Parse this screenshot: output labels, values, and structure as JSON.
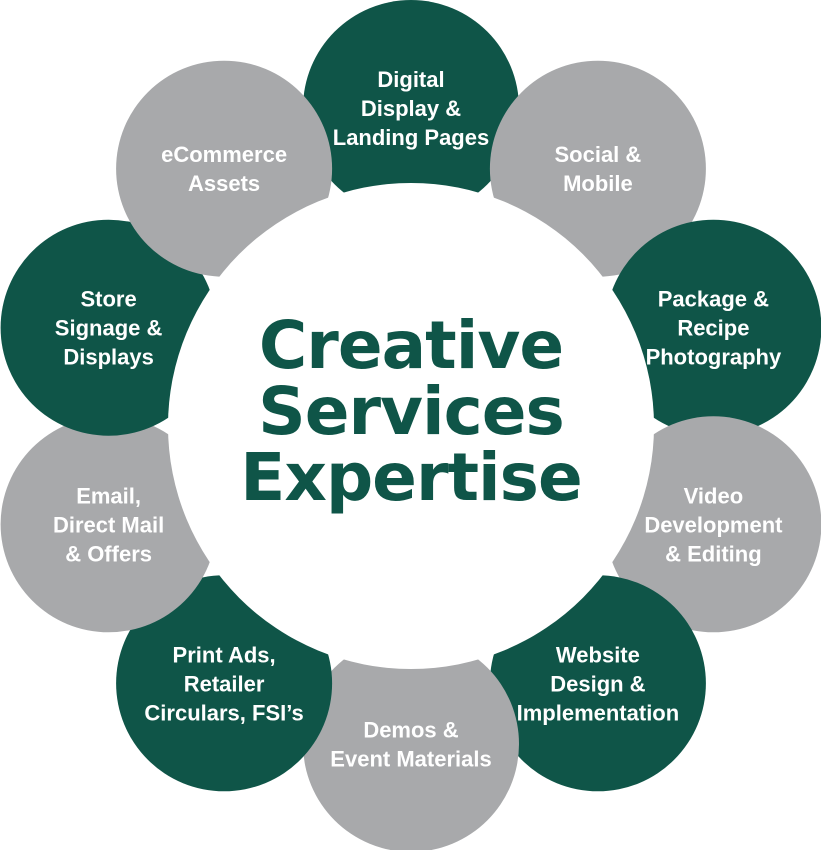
{
  "center": {
    "title_lines": [
      "Creative",
      "Services",
      "Expertise"
    ]
  },
  "colors": {
    "green": "#0f5548",
    "gray": "#a8a9ab",
    "center_fill": "#ffffff",
    "title": "#0f5548",
    "label": "#ffffff"
  },
  "petals": [
    {
      "id": "digital-display-landing-pages",
      "color": "green",
      "lines": [
        "Digital",
        "Display &",
        "Landing Pages"
      ]
    },
    {
      "id": "social-mobile",
      "color": "gray",
      "lines": [
        "Social &",
        "Mobile"
      ]
    },
    {
      "id": "package-recipe-photography",
      "color": "green",
      "lines": [
        "Package &",
        "Recipe",
        "Photography"
      ]
    },
    {
      "id": "video-development-editing",
      "color": "gray",
      "lines": [
        "Video",
        "Development",
        "& Editing"
      ]
    },
    {
      "id": "website-design-implementation",
      "color": "green",
      "lines": [
        "Website",
        "Design &",
        "Implementation"
      ]
    },
    {
      "id": "demos-event-materials",
      "color": "gray",
      "lines": [
        "Demos &",
        "Event Materials"
      ]
    },
    {
      "id": "print-ads-retailer-circulars",
      "color": "green",
      "lines": [
        "Print Ads,",
        "Retailer",
        "Circulars, FSI’s"
      ]
    },
    {
      "id": "email-direct-mail-offers",
      "color": "gray",
      "lines": [
        "Email,",
        "Direct Mail",
        "& Offers"
      ]
    },
    {
      "id": "store-signage-displays",
      "color": "green",
      "lines": [
        "Store",
        "Signage &",
        "Displays"
      ]
    },
    {
      "id": "ecommerce-assets",
      "color": "gray",
      "lines": [
        "eCommerce",
        "Assets"
      ]
    }
  ]
}
